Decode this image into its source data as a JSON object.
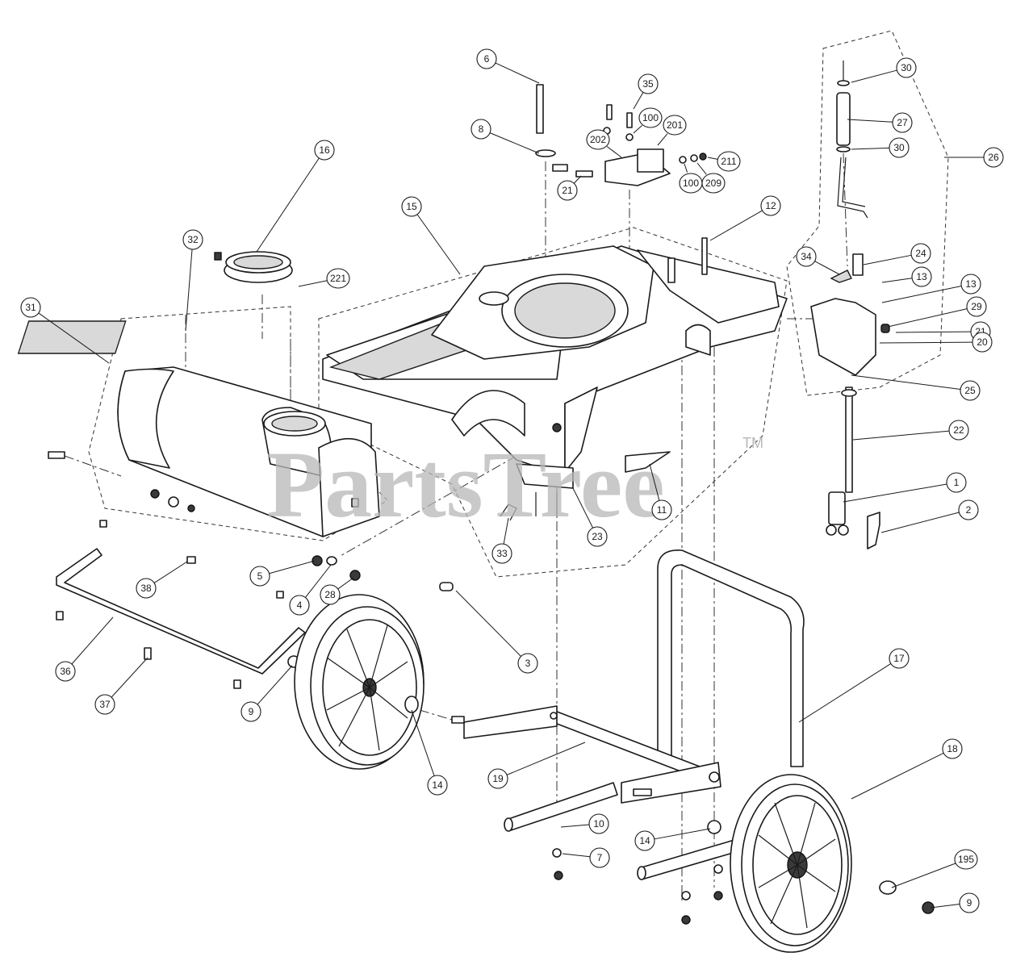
{
  "watermark": {
    "text": "PartsTree",
    "trademark": "TM"
  },
  "callouts": [
    {
      "id": "c6",
      "label": "6"
    },
    {
      "id": "c8",
      "label": "8"
    },
    {
      "id": "c35",
      "label": "35"
    },
    {
      "id": "c100a",
      "label": "100"
    },
    {
      "id": "c201",
      "label": "201"
    },
    {
      "id": "c202",
      "label": "202"
    },
    {
      "id": "c21a",
      "label": "21"
    },
    {
      "id": "c100b",
      "label": "100"
    },
    {
      "id": "c209",
      "label": "209"
    },
    {
      "id": "c211",
      "label": "211"
    },
    {
      "id": "c30a",
      "label": "30"
    },
    {
      "id": "c27",
      "label": "27"
    },
    {
      "id": "c30b",
      "label": "30"
    },
    {
      "id": "c26",
      "label": "26"
    },
    {
      "id": "c16",
      "label": "16"
    },
    {
      "id": "c15",
      "label": "15"
    },
    {
      "id": "c12",
      "label": "12"
    },
    {
      "id": "c32",
      "label": "32"
    },
    {
      "id": "c221",
      "label": "221"
    },
    {
      "id": "c31",
      "label": "31"
    },
    {
      "id": "c34",
      "label": "34"
    },
    {
      "id": "c24",
      "label": "24"
    },
    {
      "id": "c13a",
      "label": "13"
    },
    {
      "id": "c13b",
      "label": "13"
    },
    {
      "id": "c29",
      "label": "29"
    },
    {
      "id": "c21b",
      "label": "21"
    },
    {
      "id": "c20",
      "label": "20"
    },
    {
      "id": "c25",
      "label": "25"
    },
    {
      "id": "c22",
      "label": "22"
    },
    {
      "id": "c1",
      "label": "1"
    },
    {
      "id": "c2",
      "label": "2"
    },
    {
      "id": "c11",
      "label": "11"
    },
    {
      "id": "c23",
      "label": "23"
    },
    {
      "id": "c33",
      "label": "33"
    },
    {
      "id": "c5",
      "label": "5"
    },
    {
      "id": "c4",
      "label": "4"
    },
    {
      "id": "c28",
      "label": "28"
    },
    {
      "id": "c38",
      "label": "38"
    },
    {
      "id": "c3",
      "label": "3"
    },
    {
      "id": "c36",
      "label": "36"
    },
    {
      "id": "c37",
      "label": "37"
    },
    {
      "id": "c9a",
      "label": "9"
    },
    {
      "id": "c17",
      "label": "17"
    },
    {
      "id": "c14a",
      "label": "14"
    },
    {
      "id": "c19",
      "label": "19"
    },
    {
      "id": "c18",
      "label": "18"
    },
    {
      "id": "c10",
      "label": "10"
    },
    {
      "id": "c7",
      "label": "7"
    },
    {
      "id": "c14b",
      "label": "14"
    },
    {
      "id": "c195",
      "label": "195"
    },
    {
      "id": "c9b",
      "label": "9"
    }
  ]
}
